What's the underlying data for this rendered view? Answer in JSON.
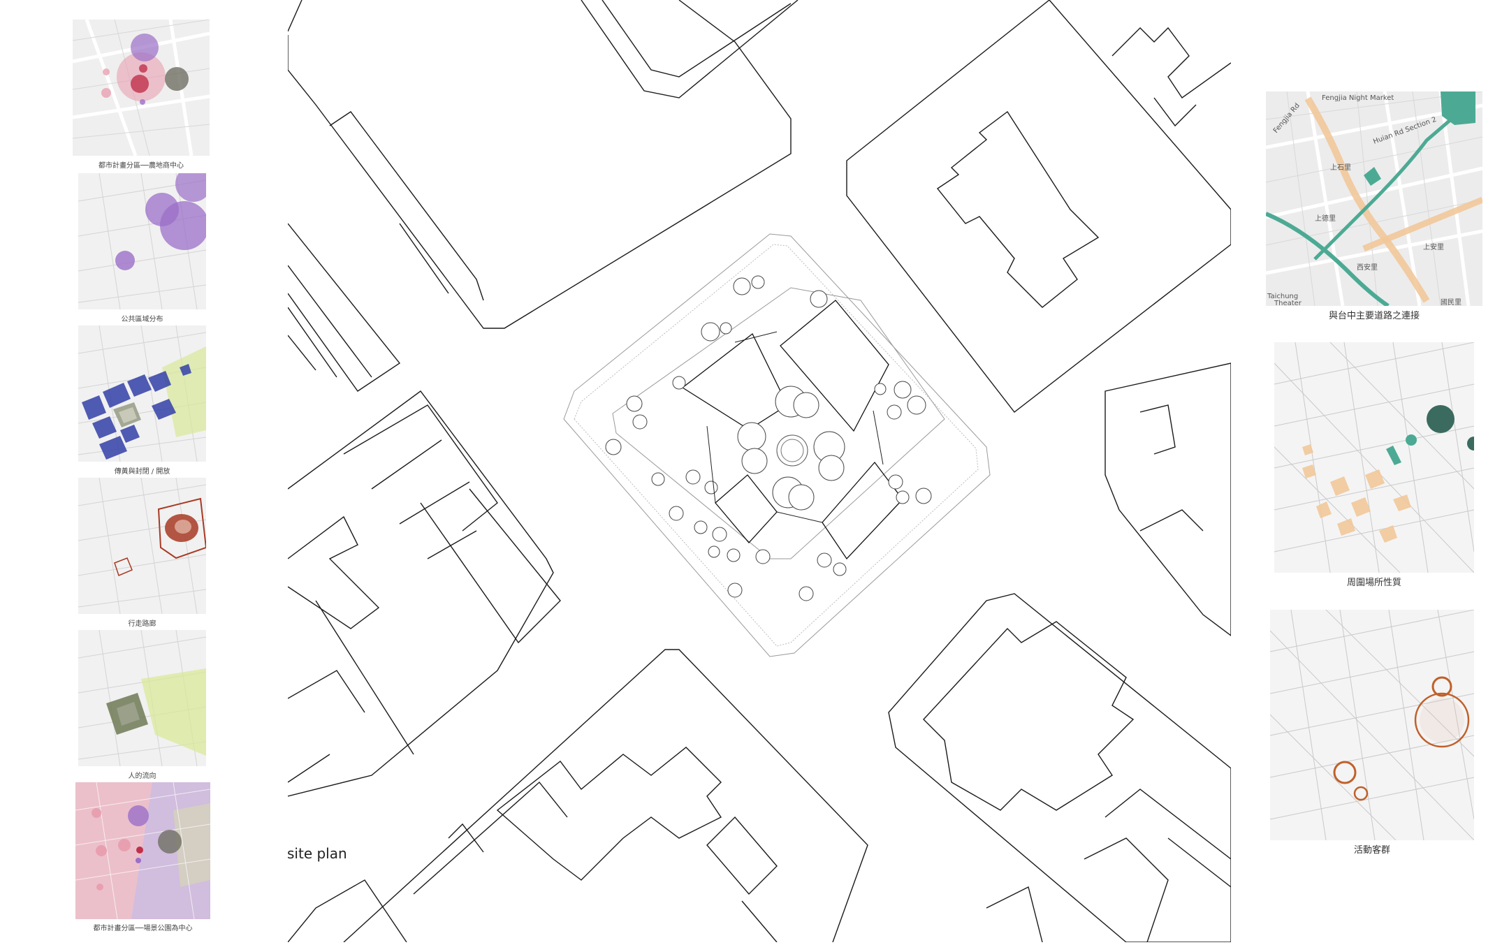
{
  "left_panels": [
    {
      "caption": "都市計畫分區──農地商中心"
    },
    {
      "caption": "公共區域分布"
    },
    {
      "caption": "傳黃與封閉 / 開放"
    },
    {
      "caption": "行走路廊"
    },
    {
      "caption": "人的流向"
    },
    {
      "caption": "都市計畫分區──場景公園為中心"
    }
  ],
  "site_plan": {
    "label": "site plan"
  },
  "right_panels": [
    {
      "caption": "與台中主要道路之連接",
      "map_labels": [
        "Fengjia Night Market",
        "Fengjia Rd",
        "Huian Rd Section 2",
        "上石里",
        "上德里",
        "Taichung",
        "Theater",
        "上安里",
        "西安里",
        "國民里"
      ]
    },
    {
      "caption": "周圍場所性質"
    },
    {
      "caption": "活動客群"
    }
  ],
  "colors": {
    "purple": "#9b6fc8",
    "red": "#c0304a",
    "pink": "#e8a0b0",
    "gray_dark": "#6f6f63",
    "blue": "#3340a8",
    "lime": "#d9e89a",
    "brown": "#a83a24",
    "olive": "#6f7a55",
    "teal": "#4caa94",
    "orange": "#f2c89a",
    "dark_teal": "#3a6b5e",
    "rust": "#c0602a"
  }
}
